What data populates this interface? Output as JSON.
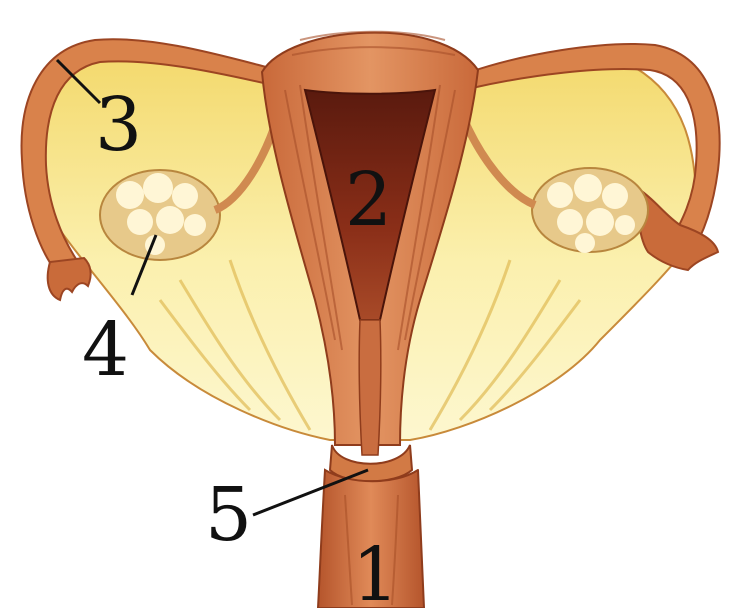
{
  "labels": {
    "l1": "1",
    "l2": "2",
    "l3": "3",
    "l4": "4",
    "l5": "5"
  },
  "colors": {
    "ligament_yellow": "#f6e37a",
    "ligament_pale": "#fbf2b8",
    "tissue_orange": "#d9824b",
    "tissue_dark": "#b85a2e",
    "cavity_dark": "#6b1f12",
    "ovary_white": "#fff6d6",
    "leader_line": "#111111"
  }
}
